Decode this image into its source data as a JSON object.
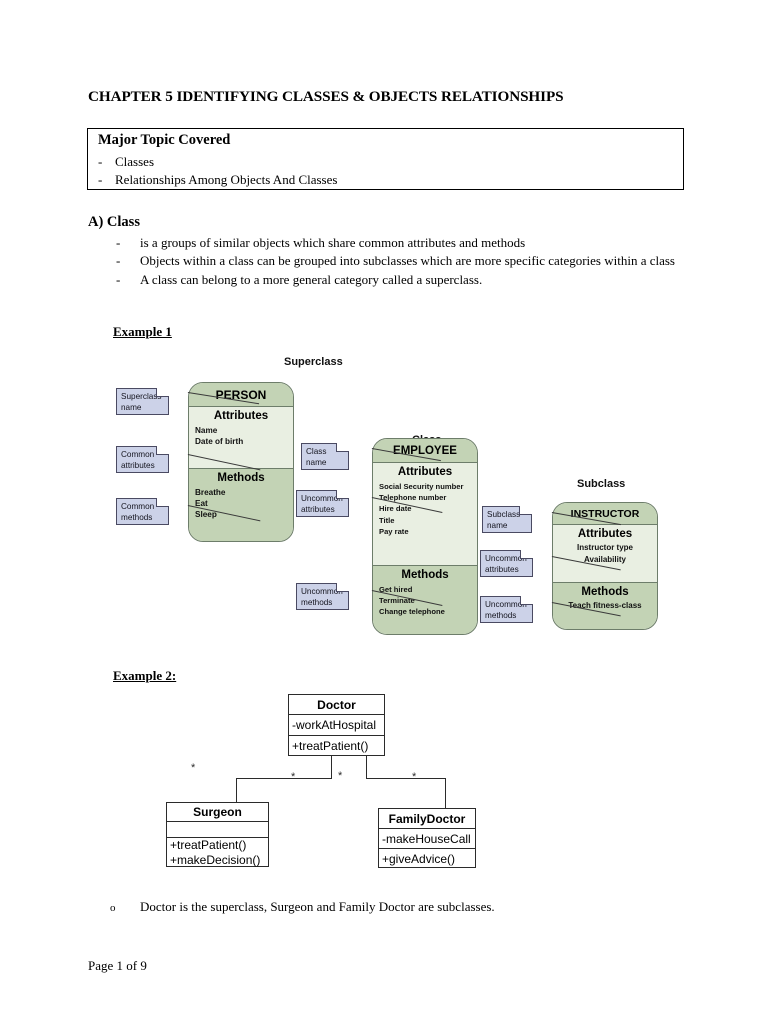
{
  "document": {
    "chapter_title": "CHAPTER 5 IDENTIFYING CLASSES & OBJECTS RELATIONSHIPS",
    "footer": "Page 1 of 9"
  },
  "topic_box": {
    "title": "Major Topic Covered",
    "dash": "-",
    "items": [
      "Classes",
      "Relationships Among Objects And Classes"
    ]
  },
  "section_a": {
    "heading": "A) Class",
    "dash": "-",
    "bullets": [
      "is a groups of similar objects which share common attributes and methods",
      "Objects within a class can be grouped into subclasses which are more specific categories within a class",
      "A class can belong to a more general category called a superclass."
    ]
  },
  "example1": {
    "label": "Example 1",
    "captions": {
      "superclass": "Superclass",
      "class": "Class",
      "subclass": "Subclass"
    },
    "person": {
      "name": "PERSON",
      "attributes_title": "Attributes",
      "attributes": [
        "Name",
        "Date of birth"
      ],
      "methods_title": "Methods",
      "methods": [
        "Breathe",
        "Eat",
        "Sleep"
      ]
    },
    "employee": {
      "name": "EMPLOYEE",
      "attributes_title": "Attributes",
      "attributes": [
        "Social Security number",
        "Telephone number",
        "Hire date",
        "Title",
        "Pay rate"
      ],
      "methods_title": "Methods",
      "methods": [
        "Get hired",
        "Terminate",
        "Change telephone"
      ]
    },
    "instructor": {
      "name": "INSTRUCTOR",
      "attributes_title": "Attributes",
      "attributes": [
        "Instructor type",
        "Availability"
      ],
      "methods_title": "Methods",
      "methods": [
        "Teach fitness-class"
      ]
    },
    "callouts": {
      "superclass_name": "Superclass\nname",
      "common_attributes": "Common\nattributes",
      "common_methods": "Common\nmethods",
      "class_name": "Class\nname",
      "uncommon_attributes_emp": "Uncommon\nattributes",
      "uncommon_methods_emp": "Uncommon\nmethods",
      "subclass_name": "Subclass\nname",
      "uncommon_attributes_ins": "Uncommon\nattributes",
      "uncommon_methods_ins": "Uncommon\nmethods"
    },
    "colors": {
      "header_fill": "#c3d3b5",
      "attributes_fill": "#e9efe2",
      "methods_fill": "#c3d3b5",
      "border": "#6d7d6a",
      "callout_fill": "#ccd2e8",
      "callout_border": "#4a4a62"
    }
  },
  "example2": {
    "label": "Example 2:",
    "doctor": {
      "name": "Doctor",
      "attributes": [
        "-workAtHospital"
      ],
      "methods": [
        "+treatPatient()"
      ]
    },
    "surgeon": {
      "name": "Surgeon",
      "attributes": [
        ""
      ],
      "methods": [
        "+treatPatient()",
        "+makeDecision()"
      ]
    },
    "family_doctor": {
      "name": "FamilyDoctor",
      "attributes": [
        "-makeHouseCall"
      ],
      "methods": [
        "+giveAdvice()"
      ]
    },
    "multiplicity": [
      "*",
      "*",
      "*",
      "*"
    ],
    "note_bullet": "o",
    "note": "Doctor is the superclass, Surgeon and Family Doctor are subclasses."
  }
}
